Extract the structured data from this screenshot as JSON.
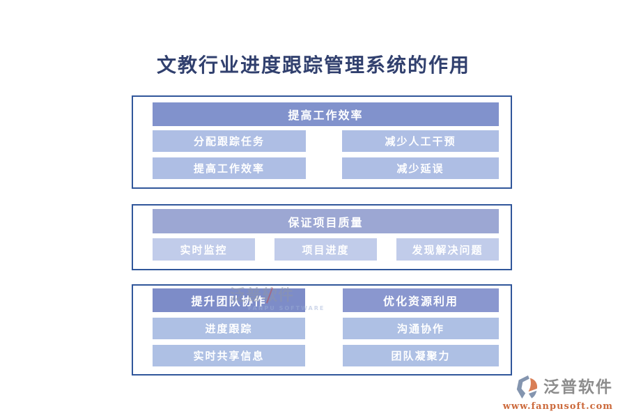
{
  "title": "文教行业进度跟踪管理系统的作用",
  "sections": {
    "efficiency": {
      "header": "提高工作效率",
      "items": [
        "分配跟踪任务",
        "减少人工干预",
        "提高工作效率",
        "减少延误"
      ]
    },
    "quality": {
      "header": "保证项目质量",
      "items": [
        "实时监控",
        "项目进度",
        "发现解决问题"
      ]
    },
    "teamwork": {
      "header": "提升团队协作",
      "items": [
        "进度跟踪",
        "实时共享信息"
      ]
    },
    "resources": {
      "header": "优化资源利用",
      "items": [
        "沟通协作",
        "团队凝聚力"
      ]
    }
  },
  "watermark": {
    "text": "泛普软件",
    "subtext": "FANPU SOFTWARE"
  },
  "logo": {
    "brand": "泛普软件",
    "website": "www.fanpusoft.com"
  },
  "colors": {
    "title": "#31406E",
    "section_border": "#30569A",
    "header_efficiency": "#8192CC",
    "header_quality": "#9CA7D3",
    "header_teamwork": "#7D8CC8",
    "header_resources": "#8A97CF",
    "item_efficiency": "#AEBEE4",
    "item_quality": "#C1CCEA",
    "item_teamwork_resources": "#AEC0E4",
    "logo_gray_blue": "#8495AF",
    "logo_orange": "#D97E55",
    "logo_brand_text": "#8C8C8C",
    "logo_url_text": "#CC6A3C"
  }
}
